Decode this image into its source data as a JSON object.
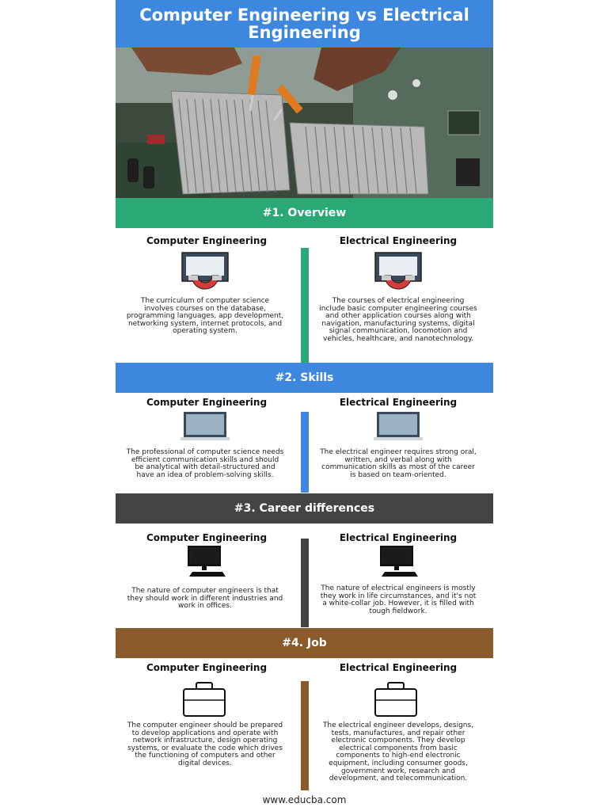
{
  "title": "Computer Engineering vs Electrical Engineering",
  "colors": {
    "title_blue": "#3d87de",
    "overview_green": "#2aa876",
    "skills_blue": "#3d87de",
    "career_dark": "#444444",
    "job_brown": "#8a5a2b"
  },
  "columns": {
    "left": "Computer Engineering",
    "right": "Electrical Engineering"
  },
  "sections": [
    {
      "header": "#1. Overview",
      "icon": "monitor-magnet-icon",
      "left_text": "The curriculum of computer science involves courses on the database, programming languages, app development, networking system, internet protocols, and operating system.",
      "right_text": "The courses of electrical engineering include basic computer engineering courses and other application courses along with navigation, manufacturing systems, digital signal communication, locomotion and vehicles, healthcare, and nanotechnology."
    },
    {
      "header": "#2. Skills",
      "icon": "laptop-icon",
      "left_text": "The professional of computer science needs efficient communication skills and should be analytical with detail-structured and have an idea of problem-solving skills.",
      "right_text": "The electrical engineer requires strong oral, written, and verbal along with communication skills as most of the career is based on team-oriented."
    },
    {
      "header": "#3. Career differences",
      "icon": "desktop-computer-icon",
      "left_text": "The nature of computer engineers is that they should work in different industries and work in offices.",
      "right_text": "The nature of electrical engineers is mostly they work in life circumstances, and it's not a white-collar job. However, it is filled with tough fieldwork."
    },
    {
      "header": "#4. Job",
      "icon": "briefcase-icon",
      "left_text": "The computer engineer should be prepared to develop applications and operate with network infrastructure, design operating systems, or evaluate the code which drives the functioning of computers and other digital devices.",
      "right_text": "The electrical engineer develops, designs, tests, manufactures, and repair other electronic components. They develop electrical components from basic components to high-end electronic equipment, including consumer goods, government work, research and development, and telecommunication."
    }
  ],
  "footer": "www.educba.com"
}
